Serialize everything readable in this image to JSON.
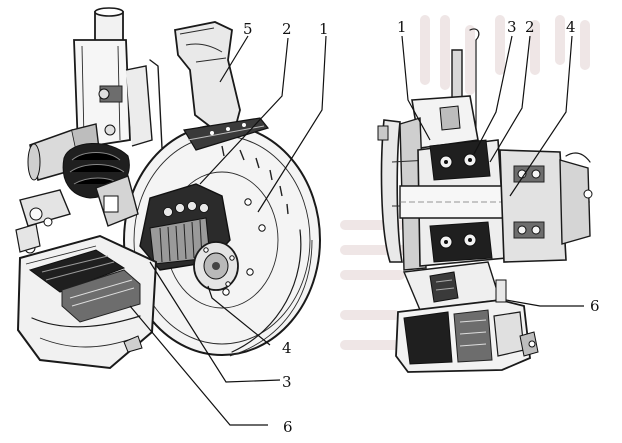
{
  "left_view": {
    "callouts": [
      {
        "id": "L5",
        "text": "5"
      },
      {
        "id": "L2",
        "text": "2"
      },
      {
        "id": "L1",
        "text": "1"
      },
      {
        "id": "L4",
        "text": "4"
      },
      {
        "id": "L3",
        "text": "3"
      },
      {
        "id": "L6",
        "text": "6"
      }
    ]
  },
  "right_view": {
    "callouts": [
      {
        "id": "R1",
        "text": "1"
      },
      {
        "id": "R3",
        "text": "3"
      },
      {
        "id": "R2",
        "text": "2"
      },
      {
        "id": "R4",
        "text": "4"
      },
      {
        "id": "R6",
        "text": "6"
      }
    ]
  },
  "colors": {
    "ink": "#1a1a1a",
    "dark_fill": "#1f1f1f",
    "mid_fill": "#6d6d6d",
    "light_fill": "#c9c9c9",
    "background": "#ffffff"
  }
}
